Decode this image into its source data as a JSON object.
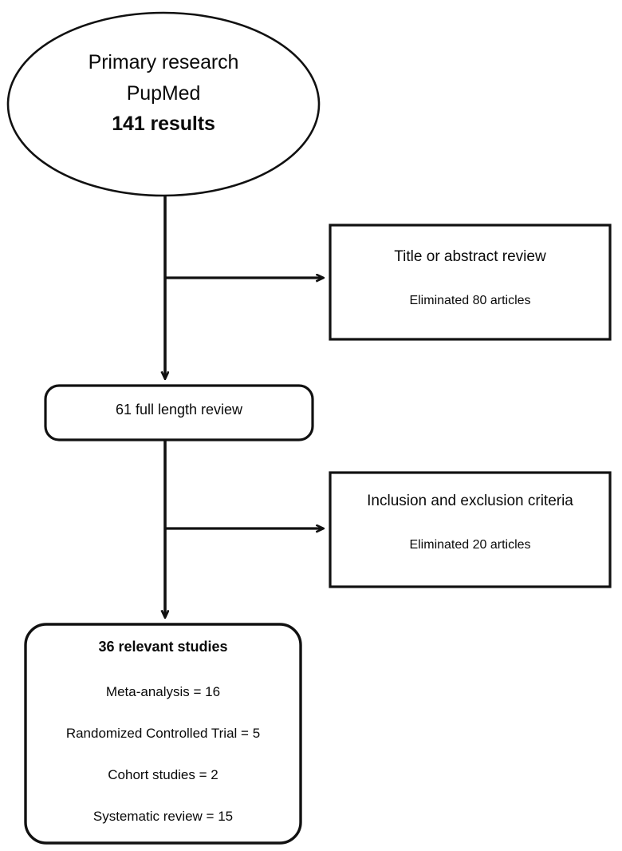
{
  "diagram": {
    "type": "prisma-flow-diagram",
    "stroke_color": "#111111",
    "fill_color": "#ffffff",
    "source": {
      "shape": "ellipse",
      "lines": [
        "Primary research",
        "PupMed",
        "141 results"
      ],
      "line1": "Primary research",
      "line2": "PupMed",
      "line3": "141 results"
    },
    "screening": [
      {
        "shape": "rectangle",
        "headline": "Title or abstract review",
        "subline": "Eliminated 80 articles",
        "eliminated_count": 80
      },
      {
        "shape": "rectangle",
        "headline": "Inclusion and exclusion criteria",
        "subline": "Eliminated 20 articles",
        "eliminated_count": 20
      }
    ],
    "full_text": {
      "shape": "rounded-rectangle",
      "label": "61 full length review",
      "count": 61
    },
    "included": {
      "shape": "rounded-rectangle",
      "title": "36 relevant studies",
      "total": 36,
      "breakdown": [
        {
          "label": "Meta-analysis = 16",
          "name": "Meta-analysis",
          "value": 16
        },
        {
          "label": "Randomized Controlled Trial = 5",
          "name": "Randomized Controlled Trial",
          "value": 5
        },
        {
          "label": "Cohort studies = 2",
          "name": "Cohort studies",
          "value": 2
        },
        {
          "label": "Systematic review = 15",
          "name": "Systematic review",
          "value": 15
        }
      ]
    },
    "connectors": [
      {
        "name": "source-to-fulltext",
        "direction": "down",
        "arrow": true
      },
      {
        "name": "source-to-exclusion-1",
        "direction": "right",
        "arrow": true
      },
      {
        "name": "fulltext-to-included",
        "direction": "down",
        "arrow": true
      },
      {
        "name": "fulltext-to-exclusion-2",
        "direction": "right",
        "arrow": true
      }
    ]
  }
}
